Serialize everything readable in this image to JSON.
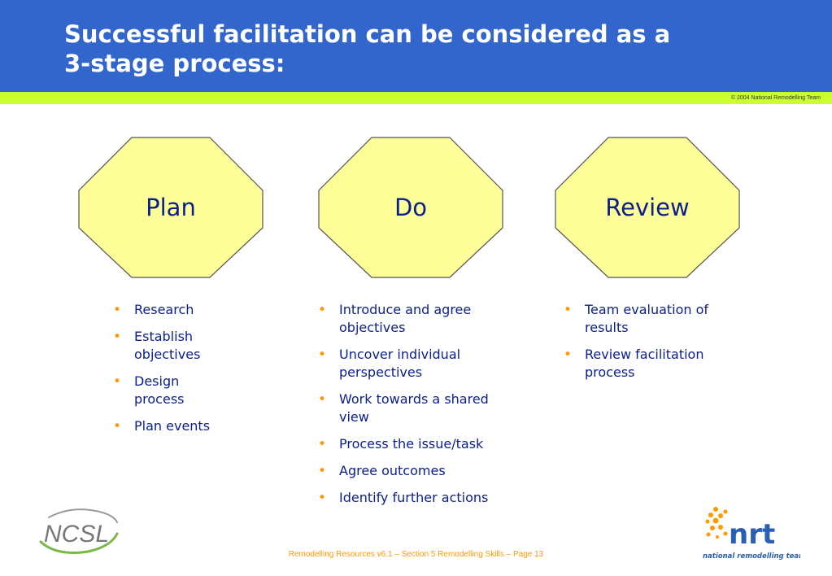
{
  "header": {
    "title_line1": "Successful facilitation can be considered as a",
    "title_line2": "3-stage process:",
    "copyright": "© 2004  National Remodelling Team"
  },
  "stages": [
    {
      "label": "Plan",
      "items": [
        "Research",
        "Establish objectives",
        "Design process",
        "Plan events"
      ]
    },
    {
      "label": "Do",
      "items": [
        "Introduce and agree objectives",
        "Uncover individual perspectives",
        "Work towards a shared view",
        "Process the issue/task",
        "Agree outcomes",
        "Identify further actions"
      ]
    },
    {
      "label": "Review",
      "items": [
        "Team evaluation of results",
        "Review facilitation process"
      ]
    }
  ],
  "footer": {
    "text": "Remodelling Resources v6.1 – Section 5 Remodelling Skills – Page 13"
  },
  "logos": {
    "left": "NCSL",
    "right_main": "nrt",
    "right_sub": "national remodelling team"
  },
  "colors": {
    "header_bg": "#3366cc",
    "accent_bar": "#ccff33",
    "octagon_fill": "#ffff99",
    "text": "#0b1f8a",
    "bullet": "#ff9900"
  }
}
